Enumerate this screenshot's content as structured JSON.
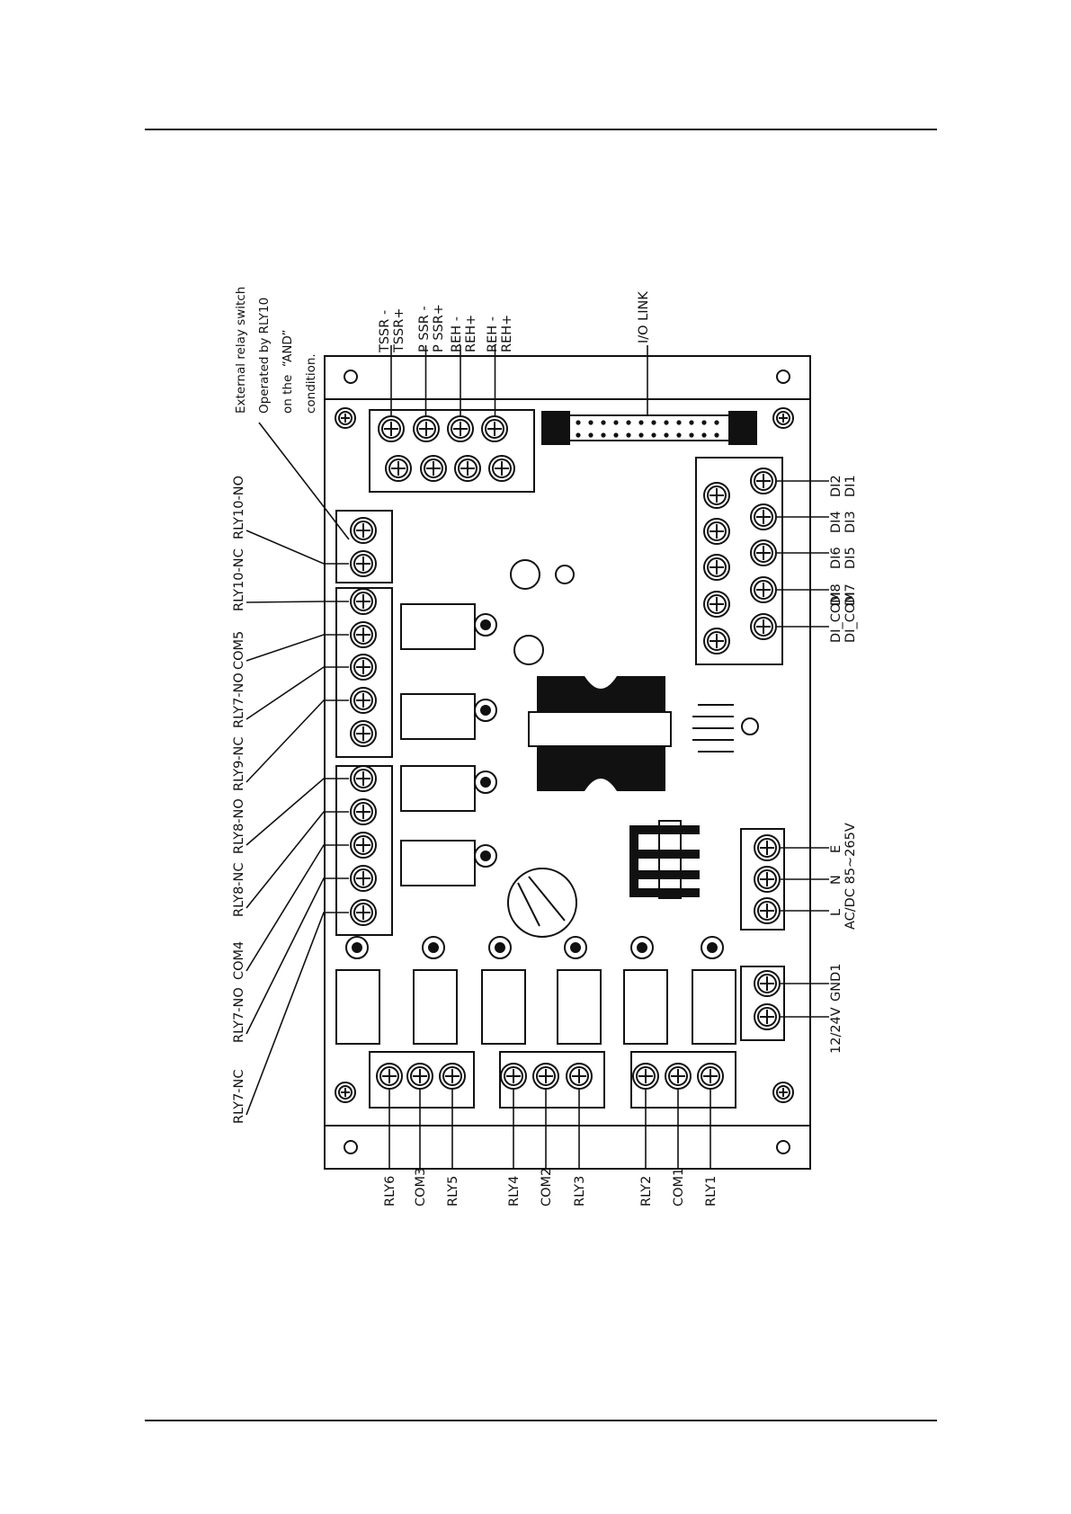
{
  "labels": {
    "external_note": [
      "External relay switch",
      "Operated by RLY10",
      "on the  “AND”",
      "condition."
    ],
    "top_terminals": [
      "TSSR -",
      "TSSR+",
      "P SSR -",
      "P SSR+",
      "REH -",
      "REH+",
      "REH -",
      "REH+"
    ],
    "io_link": "I/O LINK",
    "left_terminals": [
      "RLY10-NO",
      "RLY10-NC",
      "COM5",
      "RLY7-NO",
      "RLY9-NC",
      "RLY8-NO",
      "RLY8-NC",
      "COM4",
      "RLY7-NO",
      "RLY7-NC"
    ],
    "digital_inputs": [
      {
        "outer": "DI2",
        "inner": "DI1"
      },
      {
        "outer": "DI4",
        "inner": "DI3"
      },
      {
        "outer": "DI6",
        "inner": "DI5"
      },
      {
        "outer": "DI8",
        "inner": "DI7"
      },
      {
        "outer": "DI_COM",
        "inner": "DI_COM"
      }
    ],
    "power_terminals": [
      "E",
      "N",
      "L"
    ],
    "power_note": "AC/DC 85~265V",
    "dc_terminals": {
      "top": "GND1",
      "bottom": "12/24V"
    },
    "bottom_terminals": [
      "RLY6",
      "COM3",
      "RLY5",
      "RLY4",
      "COM2",
      "RLY3",
      "RLY2",
      "COM1",
      "RLY1"
    ]
  }
}
